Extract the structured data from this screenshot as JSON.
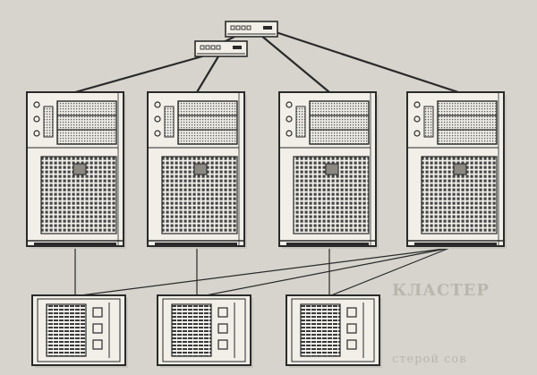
{
  "figure": {
    "background": "#d6d4cd",
    "ink": "#2a2a2a",
    "paper_shadow": "#c8c6be"
  },
  "network": {
    "switch_top": {
      "icon": "network-switch-icon"
    },
    "switch_bottom": {
      "icon": "network-switch-icon"
    }
  },
  "servers": [
    {
      "id": "server-1",
      "icon": "tower-server-icon"
    },
    {
      "id": "server-2",
      "icon": "tower-server-icon"
    },
    {
      "id": "server-3",
      "icon": "tower-server-icon"
    },
    {
      "id": "server-4",
      "icon": "tower-server-icon"
    }
  ],
  "storage": [
    {
      "id": "storage-1",
      "icon": "disk-array-icon"
    },
    {
      "id": "storage-2",
      "icon": "disk-array-icon"
    },
    {
      "id": "storage-3",
      "icon": "disk-array-icon"
    }
  ],
  "show_through": {
    "line1": "КЛАСТЕР",
    "line2": "стерой сов"
  }
}
